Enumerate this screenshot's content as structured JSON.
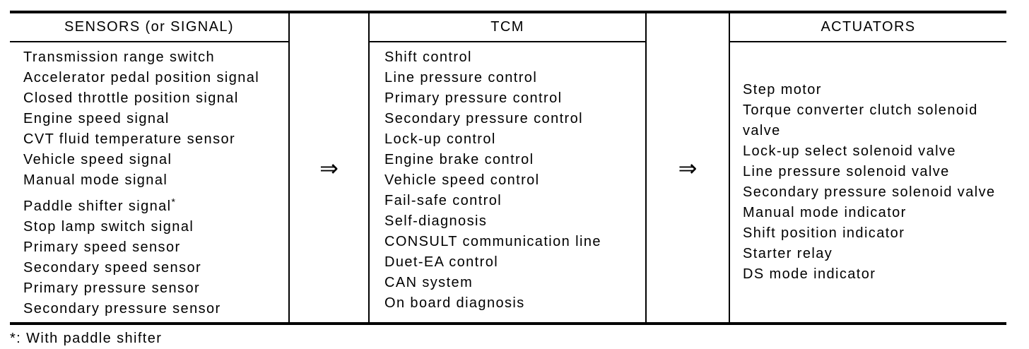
{
  "diagram": {
    "columns": [
      {
        "header": "SENSORS (or SIGNAL)",
        "footnote_marker": "*",
        "items": [
          "Transmission range switch",
          "Accelerator pedal position signal",
          "Closed throttle position signal",
          "Engine speed signal",
          "CVT fluid temperature sensor",
          "Vehicle speed signal",
          "Manual mode signal",
          "Paddle shifter signal",
          "Stop lamp switch signal",
          "Primary speed sensor",
          "Secondary speed sensor",
          "Primary pressure sensor",
          "Secondary pressure sensor"
        ]
      },
      {
        "header": "TCM",
        "items": [
          "Shift control",
          "Line pressure control",
          "Primary pressure control",
          "Secondary pressure control",
          "Lock-up control",
          "Engine brake control",
          "Vehicle speed control",
          "Fail-safe control",
          "Self-diagnosis",
          "CONSULT communication line",
          "Duet-EA control",
          "CAN system",
          "On board diagnosis"
        ]
      },
      {
        "header": "ACTUATORS",
        "items": [
          "Step motor",
          "Torque converter clutch solenoid valve",
          "Lock-up select solenoid valve",
          "Line pressure solenoid valve",
          "Secondary pressure solenoid valve",
          "Manual mode indicator",
          "Shift position indicator",
          "Starter relay",
          "DS mode indicator"
        ]
      }
    ],
    "icons": {
      "flow_arrow": "⇒"
    },
    "footnote": "*: With paddle shifter",
    "colors": {
      "text": "#000000",
      "lines": "#000000",
      "background": "#ffffff"
    }
  }
}
